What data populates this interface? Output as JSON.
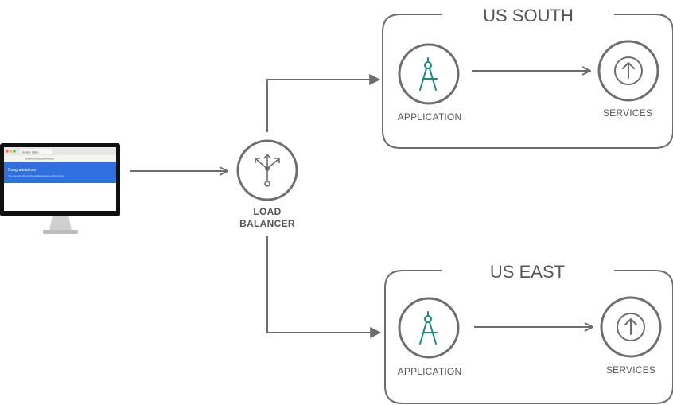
{
  "client": {
    "browser_tab": "Sample Status",
    "browser_url": "localhost:8080/greenhouse",
    "banner_title": "Congratulations",
    "banner_text": "You are currently running a deployment on the server"
  },
  "load_balancer": {
    "label_line1": "LOAD",
    "label_line2": "BALANCER",
    "icon": "load-balancer-icon"
  },
  "regions": [
    {
      "title": "US SOUTH",
      "application_label": "APPLICATION",
      "services_label": "SERVICES",
      "application_icon": "compass-icon",
      "services_icon": "upload-arrow-icon"
    },
    {
      "title": "US EAST",
      "application_label": "APPLICATION",
      "services_label": "SERVICES",
      "application_icon": "compass-icon",
      "services_icon": "upload-arrow-icon"
    }
  ],
  "colors": {
    "line": "#6d6d6d",
    "accent_teal": "#1a8a7a",
    "banner_blue": "#2f6fe0",
    "monitor_frame": "#111111"
  }
}
